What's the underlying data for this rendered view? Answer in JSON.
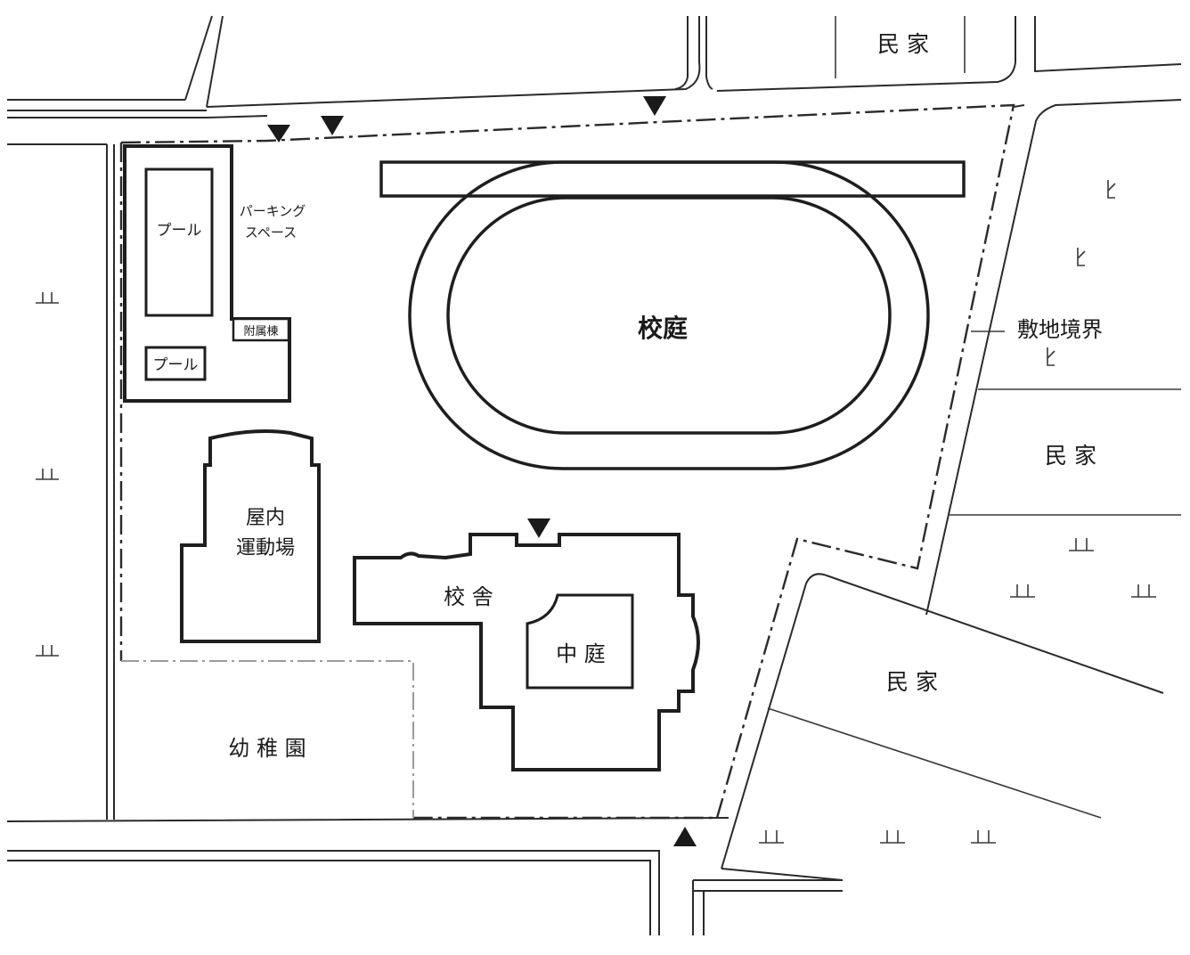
{
  "labels": {
    "minka_top": "民 家",
    "pool_large": "プール",
    "pool_small": "プール",
    "parking_line1": "パーキング",
    "parking_line2": "スペース",
    "annex": "附属棟",
    "schoolyard": "校庭",
    "boundary": "敷地境界",
    "minka_right": "民 家",
    "gym_line1": "屋内",
    "gym_line2": "運動場",
    "school_building": "校 舎",
    "courtyard": "中 庭",
    "kindergarten": "幼 稚 園",
    "minka_lower": "民 家"
  },
  "map_symbols": {
    "rice_field": "ⅱ",
    "field": "ⅴ",
    "entrance": "▼"
  },
  "colors": {
    "line": "#1e1e1e",
    "background": "#ffffff"
  }
}
